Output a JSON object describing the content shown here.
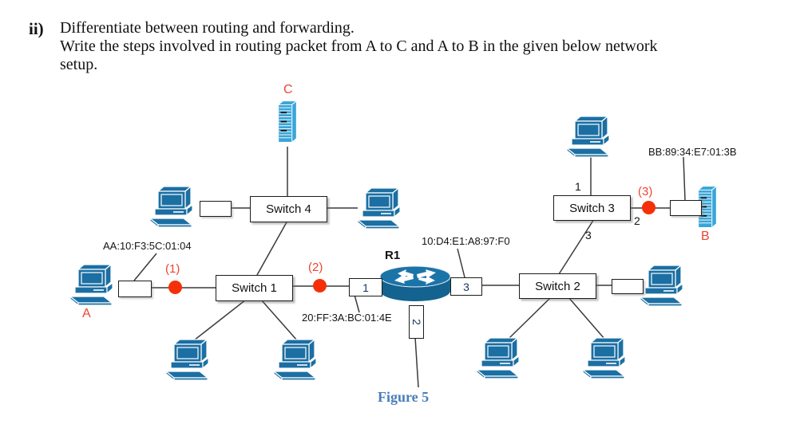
{
  "question": {
    "number": "ii)",
    "lines": [
      "Differentiate between routing and forwarding.",
      "Write the steps involved in routing packet from A to C and A to B in the given below network",
      "setup."
    ]
  },
  "figure": {
    "caption": "Figure 5",
    "router": {
      "name": "R1",
      "port_left": "1",
      "port_bottom": "2",
      "port_right": "3"
    },
    "switch1": "Switch 1",
    "switch2": "Switch 2",
    "switch3": "Switch 3",
    "switch4": "Switch 4",
    "host_a": "A",
    "host_b": "B",
    "host_c": "C",
    "mac_a": "AA:10:F3:5C:01:04",
    "mac_b": "BB:89:34:E7:01:3B",
    "mac_router_port1": "20:FF:3A:BC:01:4E",
    "mac_router_port3": "10:D4:E1:A8:97:F0",
    "marker1": "(1)",
    "marker2": "(2)",
    "marker3": "(3)",
    "switch3_port1": "1",
    "switch3_port2": "2",
    "switch3_port3": "3",
    "colors": {
      "device_blue": "#1b6fa3",
      "server_blue": "#38a5d8",
      "marker_red": "#f53008",
      "label_red": "#ee4433",
      "caption_blue": "#4a7ebb"
    }
  }
}
